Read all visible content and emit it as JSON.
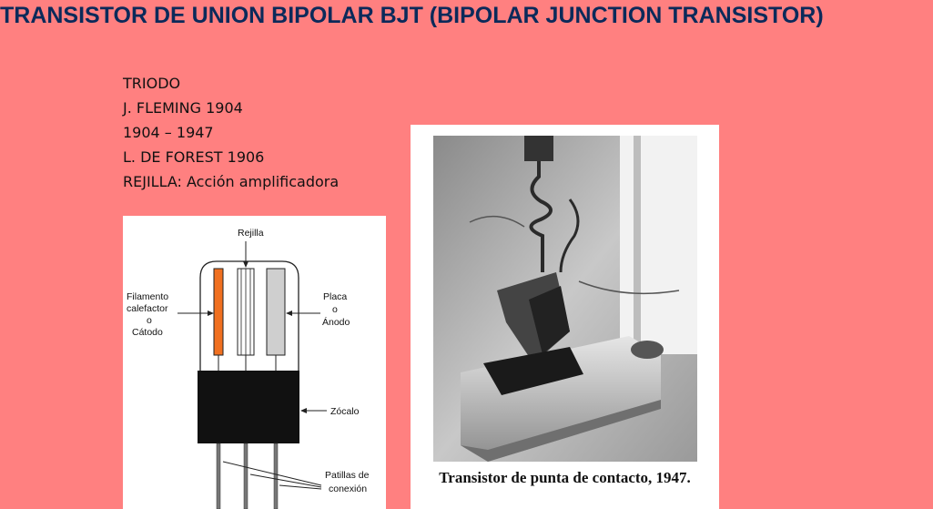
{
  "title": "TRANSISTOR DE UNION BIPOLAR BJT (BIPOLAR JUNCTION TRANSISTOR)",
  "facts": [
    "TRIODO",
    "J. FLEMING 1904",
    "1904 – 1947",
    "L. DE FOREST 1906",
    "REJILLA: Acción amplificadora"
  ],
  "diagram": {
    "rejilla": "Rejilla",
    "filamento": [
      "Filamento",
      "calefactor",
      "o",
      "Cátodo"
    ],
    "placa": [
      "Placa",
      "o",
      "Ánodo"
    ],
    "zocalo": "Zócalo",
    "patillas": [
      "Patillas de",
      "conexión"
    ]
  },
  "photo": {
    "caption": "Transistor de punta de contacto, 1947."
  },
  "colors": {
    "background": "#ff8080",
    "title": "#0b2a5a",
    "filament": "#f07020"
  }
}
